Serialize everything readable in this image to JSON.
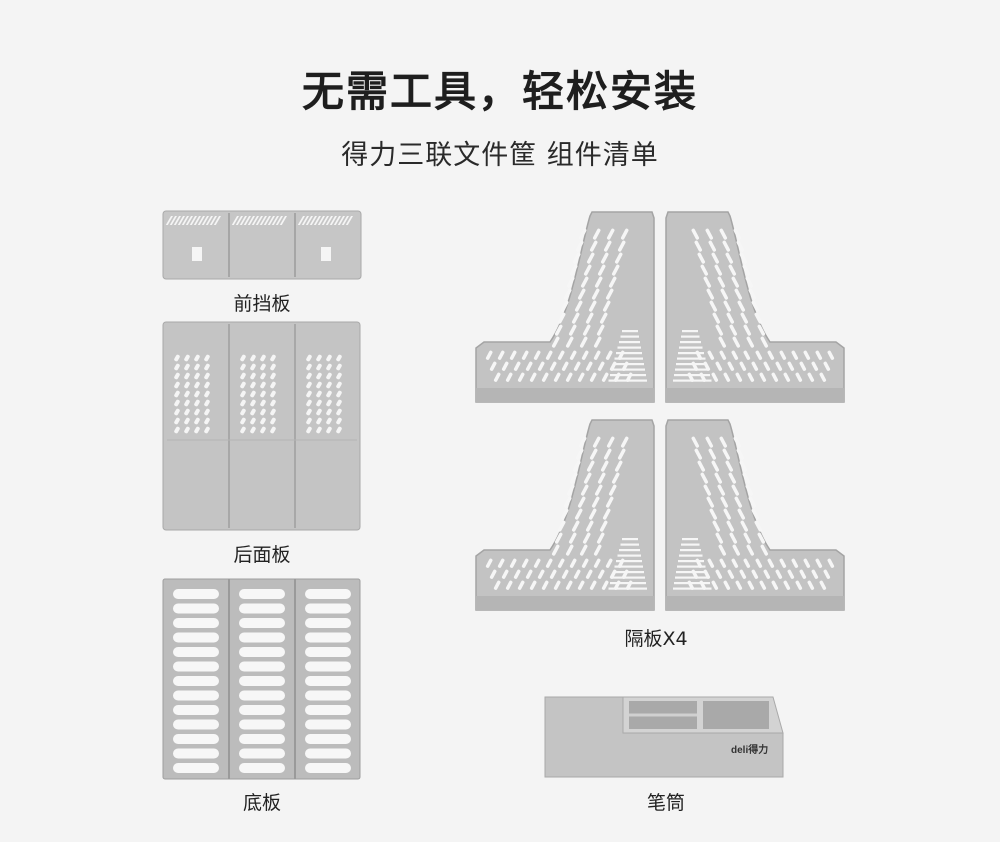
{
  "header": {
    "title": "无需工具，轻松安装",
    "subtitle": "得力三联文件筐 组件清单"
  },
  "parts": {
    "front_panel": "前挡板",
    "back_panel": "后面板",
    "base_panel": "底板",
    "dividers": "隔板X4",
    "pen_holder": "笔筒"
  },
  "pen_holder_logo": "deli得力",
  "colors": {
    "background": "#f4f4f4",
    "plastic": "#bdbdbd",
    "plastic_light": "#cccccc",
    "holes": "#f6f6f6"
  }
}
